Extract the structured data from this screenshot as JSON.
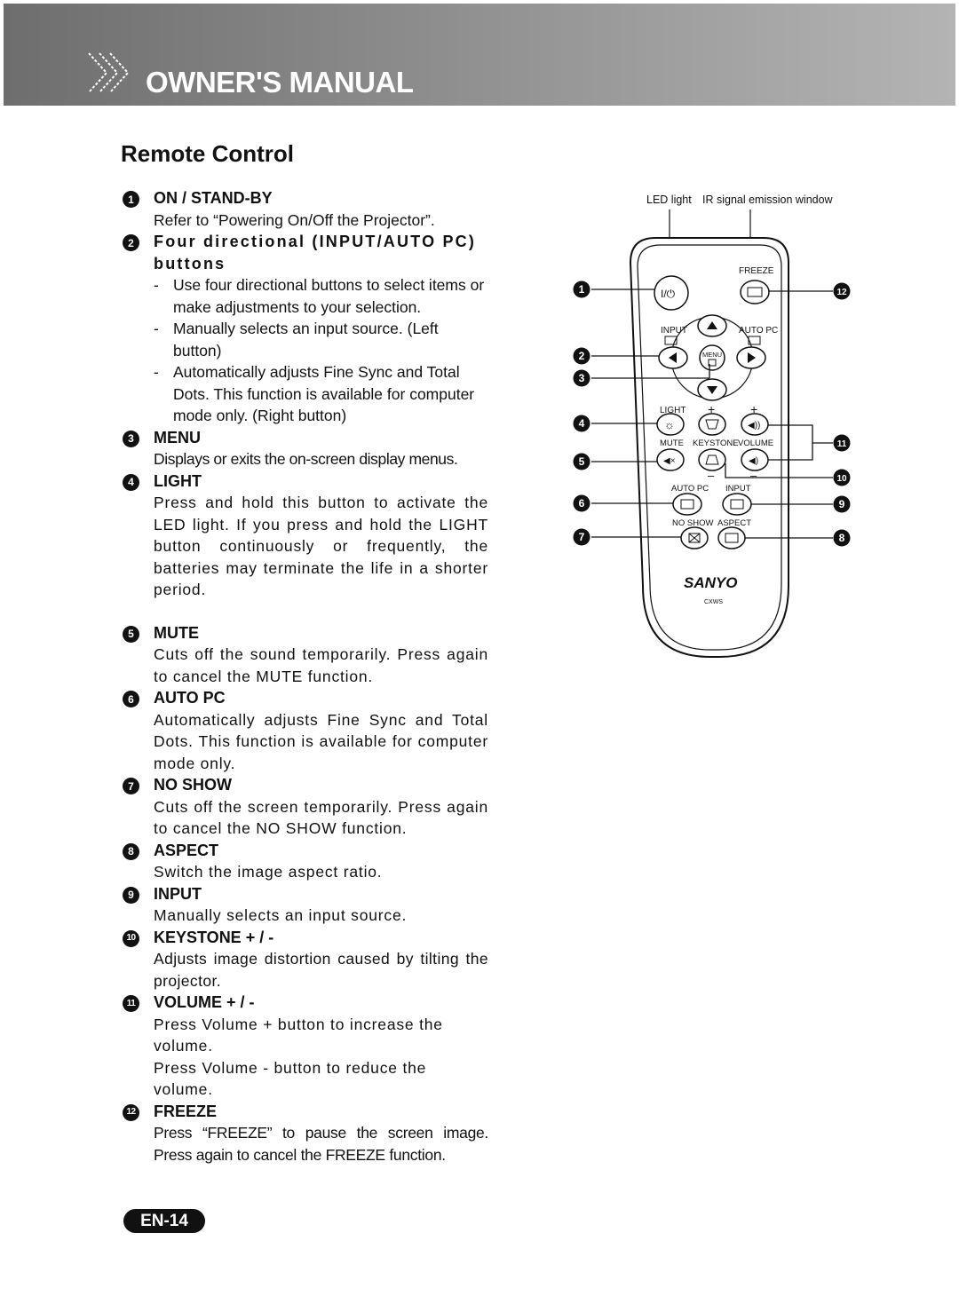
{
  "header": {
    "title": "OWNER'S MANUAL"
  },
  "page_title": "Remote Control",
  "items": [
    {
      "num": "1",
      "heading": "ON / STAND-BY",
      "desc": "Refer to “Powering On/Off the Projector”."
    },
    {
      "num": "2",
      "heading": "Four directional (INPUT/AUTO PC) buttons",
      "bullets": [
        "Use four directional buttons to select items or make adjustments to your selection.",
        "Manually selects an input source. (Left button)",
        "Automatically adjusts Fine Sync and Total Dots. This function is available for computer mode only. (Right button)"
      ]
    },
    {
      "num": "3",
      "heading": "MENU",
      "desc": "Displays or exits the on-screen display menus."
    },
    {
      "num": "4",
      "heading": "LIGHT",
      "desc": "Press and hold this button to activate the LED light. If you press and hold the LIGHT button continuously or frequently, the batteries may terminate the life in a shorter period."
    },
    {
      "num": "5",
      "heading": "MUTE",
      "desc": "Cuts off the sound temporarily. Press again to cancel the MUTE function."
    },
    {
      "num": "6",
      "heading": "AUTO PC",
      "desc": "Automatically adjusts Fine Sync and Total Dots. This function is available for computer mode only."
    },
    {
      "num": "7",
      "heading": "NO SHOW",
      "desc": "Cuts off the screen temporarily. Press again to cancel the NO SHOW function."
    },
    {
      "num": "8",
      "heading": "ASPECT",
      "desc": "Switch the image aspect ratio."
    },
    {
      "num": "9",
      "heading": "INPUT",
      "desc": "Manually selects an input source."
    },
    {
      "num": "10",
      "heading": "KEYSTONE + / -",
      "desc": "Adjusts image distortion caused by tilting the projector."
    },
    {
      "num": "11",
      "heading": "VOLUME + / -",
      "desc": "Press Volume + button to increase the volume.",
      "desc2": "Press Volume - button to reduce the volume."
    },
    {
      "num": "12",
      "heading": "FREEZE",
      "desc": "Press “FREEZE” to pause the screen image. Press again to cancel the FREEZE function."
    }
  ],
  "remote": {
    "top_labels": {
      "led": "LED light",
      "ir": "IR signal emission window"
    },
    "labels": {
      "freeze": "FREEZE",
      "input": "INPUT",
      "auto_pc": "AUTO PC",
      "menu": "MENU",
      "light": "LIGHT",
      "plus": "+",
      "minus": "–",
      "mute": "MUTE",
      "keystone": "KEYSTONE",
      "volume": "VOLUME",
      "auto_pc2": "AUTO PC",
      "input2": "INPUT",
      "no_show": "NO SHOW",
      "aspect": "ASPECT",
      "brand": "SANYO",
      "model": "CXWS"
    },
    "callouts": [
      "1",
      "2",
      "3",
      "4",
      "5",
      "6",
      "7",
      "8",
      "9",
      "10",
      "11",
      "12"
    ]
  },
  "page_number": "EN-14"
}
